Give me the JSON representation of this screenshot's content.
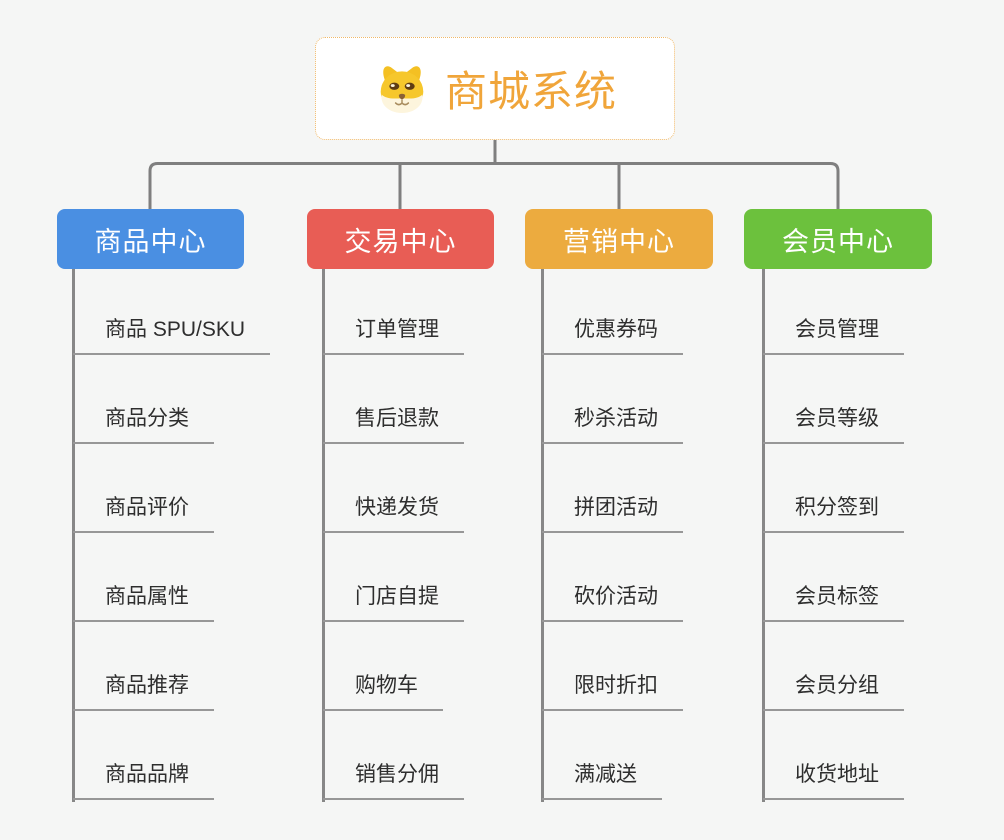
{
  "root": {
    "title": "商城系统",
    "title_color": "#f0a53a",
    "icon": "dog-icon"
  },
  "connector_color": "#7f7f7f",
  "branches": [
    {
      "label": "商品中心",
      "color": "#4a8fe2",
      "children": [
        "商品 SPU/SKU",
        "商品分类",
        "商品评价",
        "商品属性",
        "商品推荐",
        "商品品牌"
      ]
    },
    {
      "label": "交易中心",
      "color": "#e85d55",
      "children": [
        "订单管理",
        "售后退款",
        "快递发货",
        "门店自提",
        "购物车",
        "销售分佣"
      ]
    },
    {
      "label": "营销中心",
      "color": "#ecab3f",
      "children": [
        "优惠券码",
        "秒杀活动",
        "拼团活动",
        "砍价活动",
        "限时折扣",
        "满减送"
      ]
    },
    {
      "label": "会员中心",
      "color": "#6cc13d",
      "children": [
        "会员管理",
        "会员等级",
        "积分签到",
        "会员标签",
        "会员分组",
        "收货地址"
      ]
    }
  ]
}
